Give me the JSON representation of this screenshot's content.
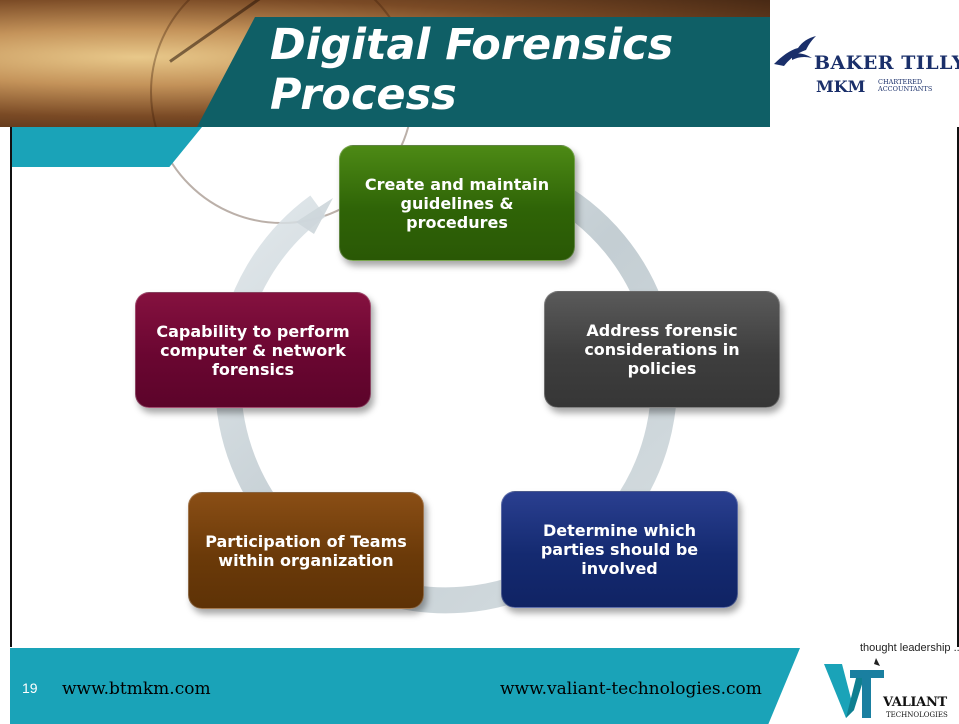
{
  "title": "Digital Forensics Process",
  "title_lines": [
    "Digital Forensics",
    "Process"
  ],
  "logos": {
    "baker_tilly_line1": "BAKER TILLY",
    "baker_tilly_line2": "MKM",
    "baker_tilly_ca": [
      "CHARTERED",
      "ACCOUNTANTS"
    ],
    "valiant_tagline": "thought leadership ..",
    "valiant_name": "VALIANT",
    "valiant_sub": "TECHNOLOGIES"
  },
  "cycle_steps": [
    {
      "text": "Create and maintain guidelines & procedures",
      "color": "#2f6407"
    },
    {
      "text": "Address  forensic considerations in policies",
      "color": "#3e3e3e"
    },
    {
      "text": "Determine which parties should be involved",
      "color": "#142a70"
    },
    {
      "text": "Participation of Teams within organization",
      "color": "#6b3a09"
    },
    {
      "text": "Capability to perform computer  & network forensics",
      "color": "#6a0631"
    }
  ],
  "footer": {
    "page_number": "19",
    "url_left": "www.btmkm.com",
    "url_right": "www.valiant-technologies.com"
  },
  "colors": {
    "header_band": "#0f5f66",
    "accent_teal": "#1aa3b8"
  }
}
